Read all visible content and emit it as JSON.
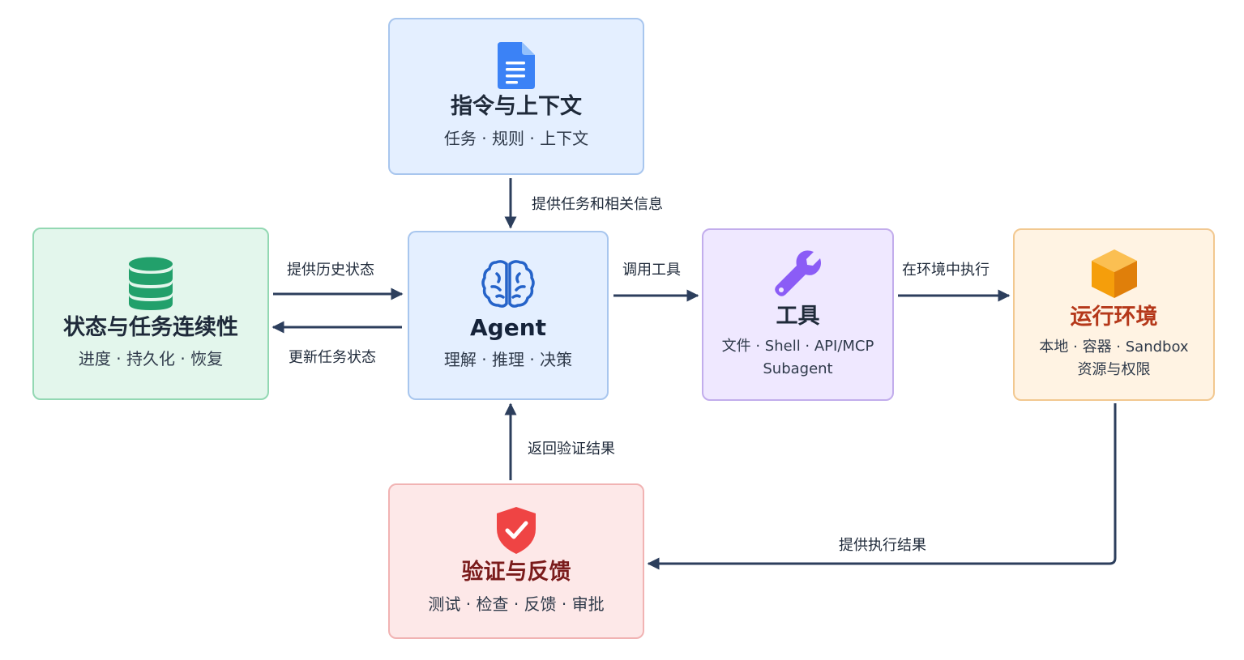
{
  "nodes": {
    "context": {
      "title": "指令与上下文",
      "subtitle": "任务 · 规则 · 上下文",
      "icon": "document-icon"
    },
    "state": {
      "title": "状态与任务连续性",
      "subtitle": "进度 · 持久化 · 恢复",
      "icon": "database-icon"
    },
    "agent": {
      "title": "Agent",
      "subtitle": "理解 · 推理 · 决策",
      "icon": "brain-icon"
    },
    "tools": {
      "title": "工具",
      "subtitle_line1": "文件 · Shell · API/MCP",
      "subtitle_line2": "Subagent",
      "icon": "wrench-icon"
    },
    "runtime": {
      "title": "运行环境",
      "subtitle_line1": "本地 · 容器 · Sandbox",
      "subtitle_line2": "资源与权限",
      "icon": "cube-icon"
    },
    "verify": {
      "title": "验证与反馈",
      "subtitle": "测试 · 检查 · 反馈 · 审批",
      "icon": "shield-check-icon"
    }
  },
  "edges": {
    "context_to_agent": "提供任务和相关信息",
    "state_to_agent": "提供历史状态",
    "agent_to_state": "更新任务状态",
    "agent_to_tools": "调用工具",
    "tools_to_runtime": "在环境中执行",
    "verify_to_agent": "返回验证结果",
    "runtime_to_verify": "提供执行结果"
  },
  "colors": {
    "arrow": "#2c3e5c",
    "document": "#3b82f6",
    "database": "#22a06b",
    "brain": "#2563c9",
    "wrench": "#8b5cf6",
    "cube": "#f59e0b",
    "shield": "#ef4444"
  }
}
